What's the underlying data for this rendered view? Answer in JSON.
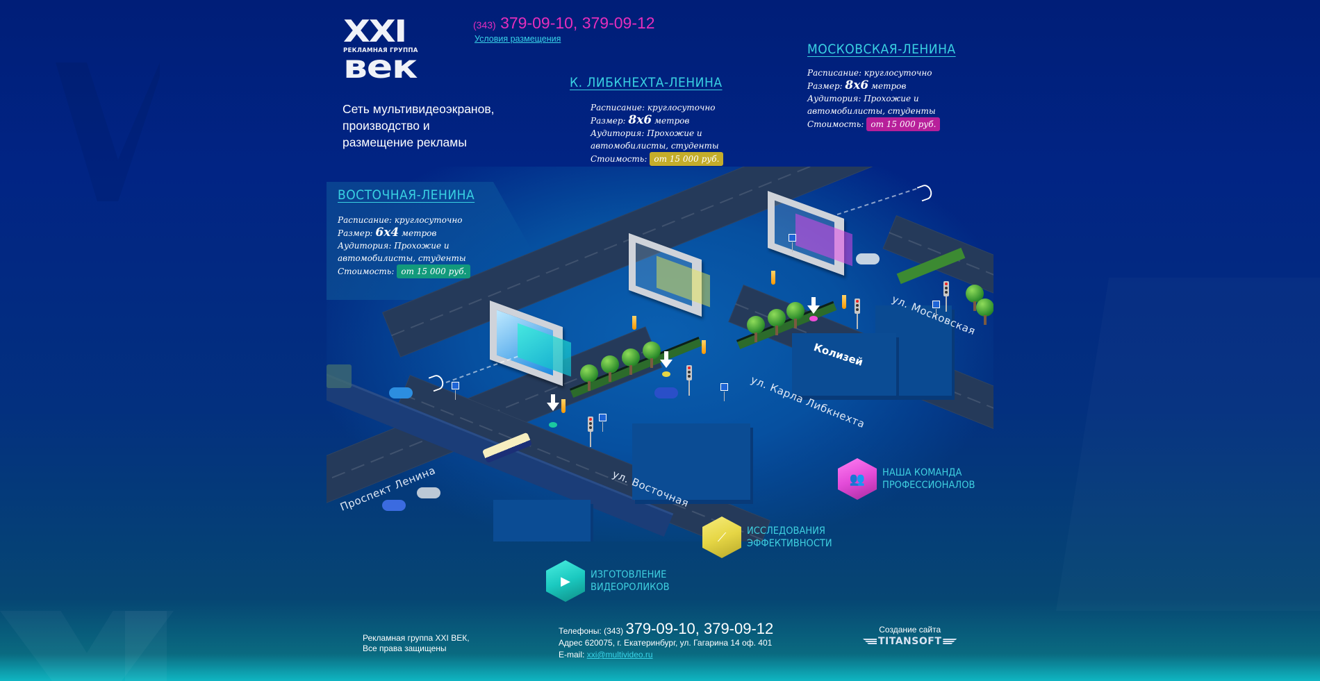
{
  "header": {
    "logo": {
      "top": "XXI",
      "sub": "РЕКЛАМНАЯ ГРУППА",
      "bottom": "вeк"
    },
    "tagline": [
      "Сеть мультивидеоэкранов,",
      "производство и",
      "размещение рекламы"
    ],
    "phone": {
      "code": "(343)",
      "numbers": "379-09-10, 379-09-12"
    },
    "conditions_link": "Условия размещения"
  },
  "locations": [
    {
      "id": "libknehta",
      "title": "К. ЛИБКНЕХТА-ЛЕНИНА",
      "schedule_label": "Расписание:",
      "schedule": "круглосуточно",
      "size_label": "Размер:",
      "size": "8x6",
      "size_unit": "метров",
      "audience_label": "Аудитория:",
      "audience_1": "Прохожие и",
      "audience_2": "автомобилисты, студенты",
      "price_label": "Стоимость:",
      "price": "от 15 000 руб.",
      "price_color": "#c4ad2a"
    },
    {
      "id": "moskovskaya",
      "title": "МОСКОВСКАЯ-ЛЕНИНА",
      "schedule_label": "Расписание:",
      "schedule": "круглосуточно",
      "size_label": "Размер:",
      "size": "8x6",
      "size_unit": "метров",
      "audience_label": "Аудитория:",
      "audience_1": "Прохожие и",
      "audience_2": "автомобилисты, студенты",
      "price_label": "Стоимость:",
      "price": "от 15 000 руб.",
      "price_color": "#b71f9a"
    },
    {
      "id": "vostochnaya",
      "title": "ВОСТОЧНАЯ-ЛЕНИНА",
      "schedule_label": "Расписание:",
      "schedule": "круглосуточно",
      "size_label": "Размер:",
      "size": "6x4",
      "size_unit": "метров",
      "audience_label": "Аудитория:",
      "audience_1": "Прохожие и",
      "audience_2": "автомобилисты, студенты",
      "price_label": "Стоимость:",
      "price": "от 15 000 руб.",
      "price_color": "#129a7c"
    }
  ],
  "map": {
    "building": "Колизей",
    "streets": {
      "moskovskaya": "ул. Московская",
      "libknehta": "ул. Карла Либкнехта",
      "vostochnaya": "ул. Восточная",
      "lenina": "Проспект Ленина"
    }
  },
  "services": [
    {
      "line1": "НАША КОМАНДА",
      "line2": "ПРОФЕССИОНАЛОВ",
      "icon": "team-icon",
      "color": "#e34bd8",
      "glyph": "👥"
    },
    {
      "line1": "ИССЛЕДОВАНИЯ",
      "line2": "ЭФФЕКТИВНОСТИ",
      "icon": "chart-line-icon",
      "color": "#e6d645",
      "glyph": "⟋"
    },
    {
      "line1": "ИЗГОТОВЛЕНИЕ",
      "line2": "ВИДЕОРОЛИКОВ",
      "icon": "video-camera-icon",
      "color": "#1bc9c0",
      "glyph": "▶"
    }
  ],
  "footer": {
    "company_1": "Рекламная группа XXI ВЕК,",
    "company_2": "Все права защищены",
    "phones_label": "Телефоны:",
    "phones_code": "(343)",
    "phones": "379-09-10, 379-09-12",
    "address": "Адрес 620075, г. Екатеринбург, ул. Гагарина 14 оф. 401",
    "email_label": "E-mail:",
    "email": "xxi@multivideo.ru",
    "credit_label": "Создание сайта",
    "credit_brand": "TITANSOFT"
  }
}
